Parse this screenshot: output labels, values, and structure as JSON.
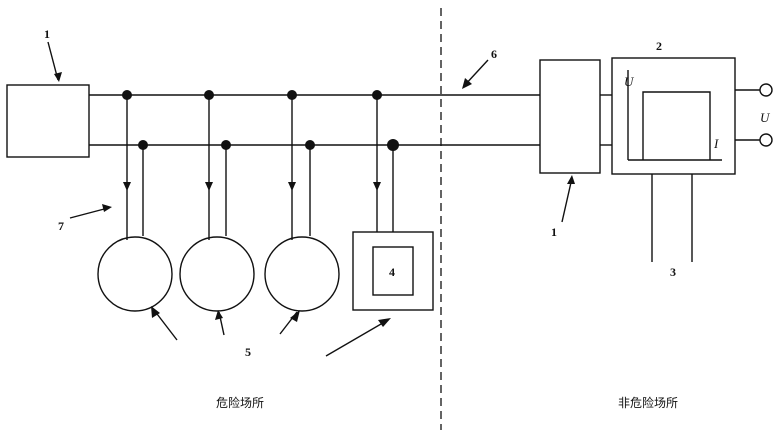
{
  "labels": {
    "n1_left": "1",
    "n1_right": "1",
    "n2": "2",
    "n3": "3",
    "n4": "4",
    "n5": "5",
    "n6": "6",
    "n7": "7"
  },
  "symbols": {
    "u_axis": "U",
    "i_axis": "I",
    "u_output": "U"
  },
  "zones": {
    "hazardous": "危险场所",
    "non_hazardous": "非危险场所"
  }
}
